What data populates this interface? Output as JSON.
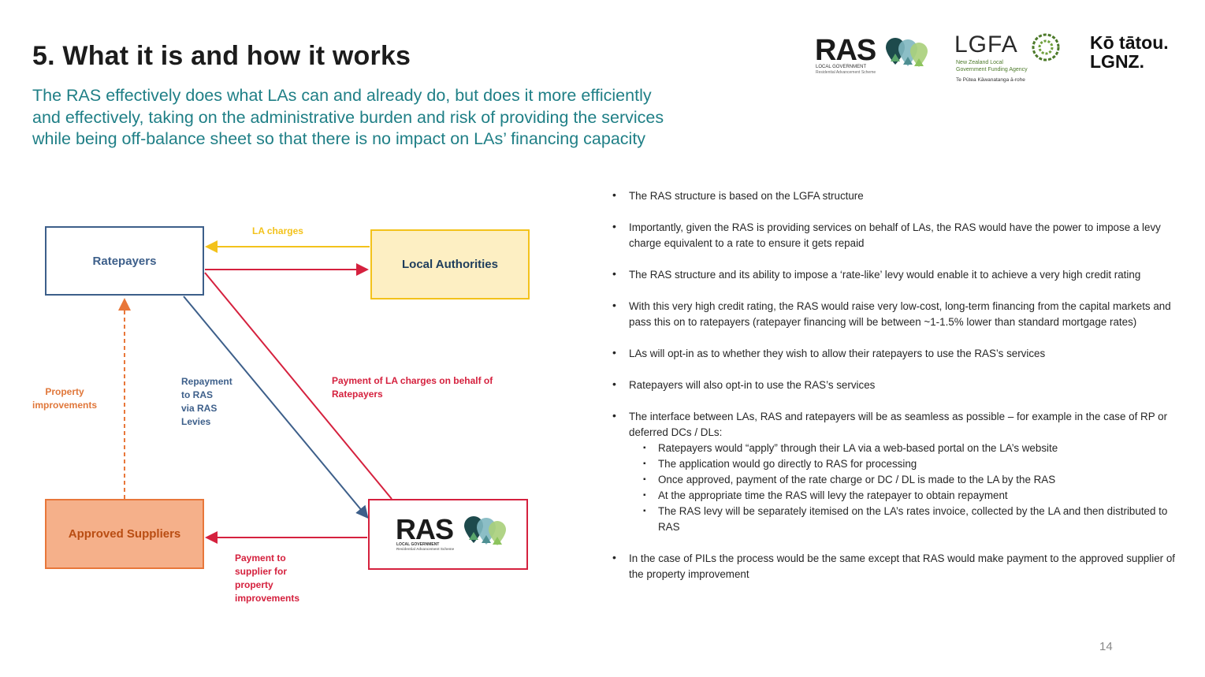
{
  "slide": {
    "title": "5. What it is and how it works",
    "subtitle_lines": [
      "The RAS effectively does what LAs can and already do, but does it more efficiently",
      "and effectively, taking on the administrative burden and risk of providing the services",
      "while being off-balance sheet so that there is no impact on LAs’ financing capacity"
    ],
    "page_number": "14"
  },
  "logos": {
    "ras": {
      "word": "RAS",
      "sub": "LOCAL GOVERNMENT",
      "sub2": "Residential Advancement Scheme"
    },
    "lgfa": {
      "word": "LGFA",
      "line1": "New Zealand Local",
      "line2": "Government Funding Agency",
      "line3": "Te Pūtea Kāwanatanga ā-rohe"
    },
    "lgnz": {
      "line1": "Kō tātou.",
      "line2": "LGNZ."
    }
  },
  "diagram": {
    "nodes": {
      "ratepayers": "Ratepayers",
      "local_authorities": "Local Authorities",
      "approved_suppliers": "Approved Suppliers",
      "ras_logo_text": "RAS",
      "ras_logo_sub": "LOCAL GOVERNMENT",
      "ras_logo_sub2": "Residential Advancement Scheme"
    },
    "labels": {
      "la_charges": "LA charges",
      "property_improvements": "Property improvements",
      "repayment": [
        "Repayment",
        "to RAS",
        "via RAS",
        "Levies"
      ],
      "payment_la": [
        "Payment of LA charges on behalf of",
        "Ratepayers"
      ],
      "payment_supplier": [
        "Payment to",
        "supplier for",
        "property",
        "improvements"
      ]
    },
    "colors": {
      "blue": "#3d5f8a",
      "yellow": "#f3c21b",
      "red": "#d5213e",
      "orange": "#e8773a"
    }
  },
  "bullets": [
    "The RAS structure is based on the LGFA structure",
    "Importantly, given the RAS is providing services on behalf of LAs, the RAS would have the power to impose a levy charge equivalent to a rate to ensure it gets repaid",
    "The RAS structure and its ability to impose a ‘rate-like’ levy would enable it to achieve a very high credit rating",
    "With this very high credit rating, the RAS would raise very low-cost, long-term financing from the capital markets and pass this on to ratepayers (ratepayer financing will be between ~1-1.5% lower than standard mortgage rates)",
    "LAs will opt-in as to whether they wish to allow their ratepayers to use the RAS’s services",
    "Ratepayers will also opt-in to use the RAS’s services",
    "The interface between LAs, RAS and ratepayers will be as seamless as possible – for example in the case of RP or deferred DCs / DLs:",
    "In the case of PILs the process would be the same except that RAS would make payment to the approved supplier of the property improvement"
  ],
  "sub_bullets": [
    "Ratepayers would “apply” through their LA via a web-based portal on the LA’s website",
    "The application would go directly to RAS for processing",
    "Once approved, payment of the rate charge or DC / DL is made to the LA by the RAS",
    "At the appropriate time the RAS will levy the ratepayer to obtain repayment",
    "The RAS levy will be separately itemised on the LA’s rates invoice, collected by the LA and then distributed to RAS"
  ]
}
